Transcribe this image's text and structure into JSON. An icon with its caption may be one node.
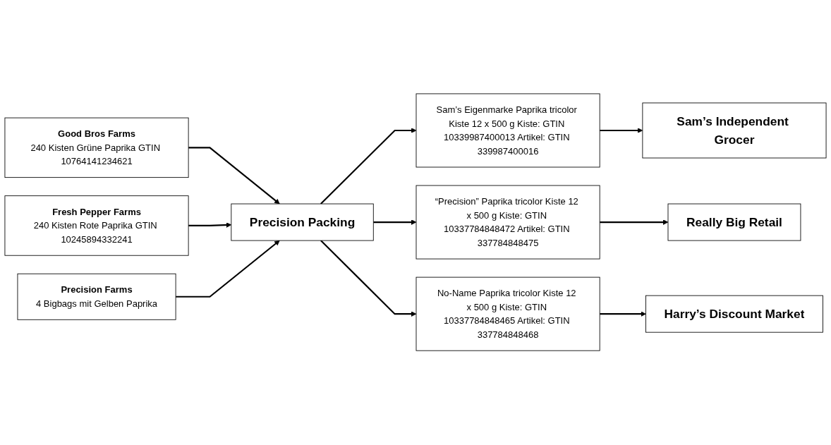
{
  "diagram": {
    "nodes": [
      {
        "text": [
          "Good Bros Farms",
          "240 Kisten Grüne Paprika GTIN 10764141234621"
        ]
      },
      {
        "text": [
          "Fresh Pepper Farms",
          "240 Kisten Rote Paprika GTIN 10245894332241"
        ]
      },
      {
        "text": [
          "Precision Farms",
          "4 Bigbags mit Gelben Paprika"
        ]
      },
      {
        "text": [
          "Precision Packing"
        ]
      },
      {
        "text": [
          "Sam’s Eigenmarke Paprika tricolor Kiste 12 x 500 g Kiste: GTIN 10339987400013 Artikel: GTIN 339987400016"
        ]
      },
      {
        "text": [
          "“Precision” Paprika tricolor Kiste 12 x 500 g Kiste: GTIN 10337784848472 Artikel: GTIN 337784848475"
        ]
      },
      {
        "text": [
          "No-Name Paprika tricolor Kiste 12 x 500 g Kiste: GTIN 10337784848465 Artikel: GTIN 337784848468"
        ]
      },
      {
        "text": [
          "Sam’s Independent Grocer"
        ]
      },
      {
        "text": [
          "Really Big Retail"
        ]
      },
      {
        "text": [
          "Harry’s Discount Market"
        ]
      }
    ],
    "edges": [
      {
        "from": 0,
        "to": 3,
        "arrow": "to"
      },
      {
        "from": 1,
        "to": 3,
        "arrow": "to"
      },
      {
        "from": 2,
        "to": 3,
        "arrow": "to"
      },
      {
        "from": 3,
        "to": 4,
        "arrow": "to"
      },
      {
        "from": 3,
        "to": 5,
        "arrow": "to"
      },
      {
        "from": 3,
        "to": 6,
        "arrow": "to"
      },
      {
        "from": 4,
        "to": 7,
        "arrow": "to"
      },
      {
        "from": 5,
        "to": 8,
        "arrow": "to"
      },
      {
        "from": 6,
        "to": 9,
        "arrow": "to"
      }
    ]
  }
}
